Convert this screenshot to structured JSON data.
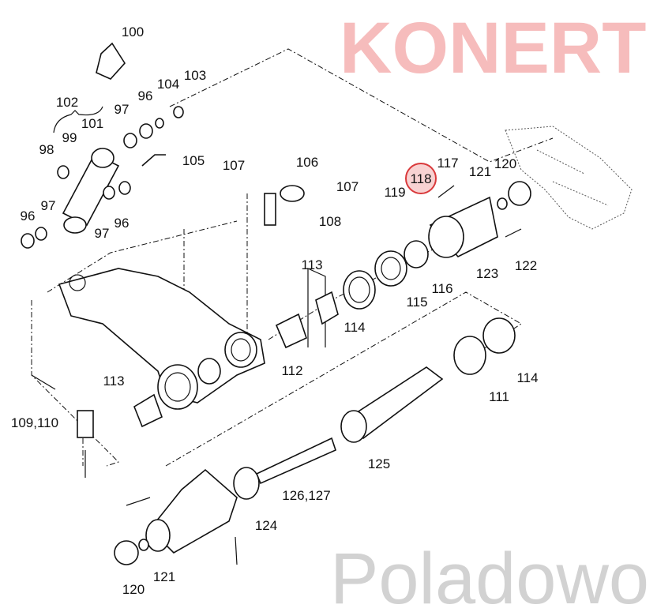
{
  "watermark": {
    "brand": "KONERT",
    "suffix": "Poladowo"
  },
  "highlight": {
    "label": "118",
    "color": "#d9393b",
    "fill": "#f8d2d2"
  },
  "labels": [
    "100",
    "103",
    "104",
    "96",
    "97",
    "102",
    "101",
    "98",
    "99",
    "105",
    "107",
    "106",
    "107",
    "108",
    "96",
    "97",
    "97",
    "96",
    "117",
    "118",
    "121",
    "120",
    "119",
    "122",
    "123",
    "113",
    "116",
    "115",
    "114",
    "112",
    "113",
    "109,110",
    "111",
    "114",
    "125",
    "126,127",
    "124",
    "121",
    "120"
  ]
}
